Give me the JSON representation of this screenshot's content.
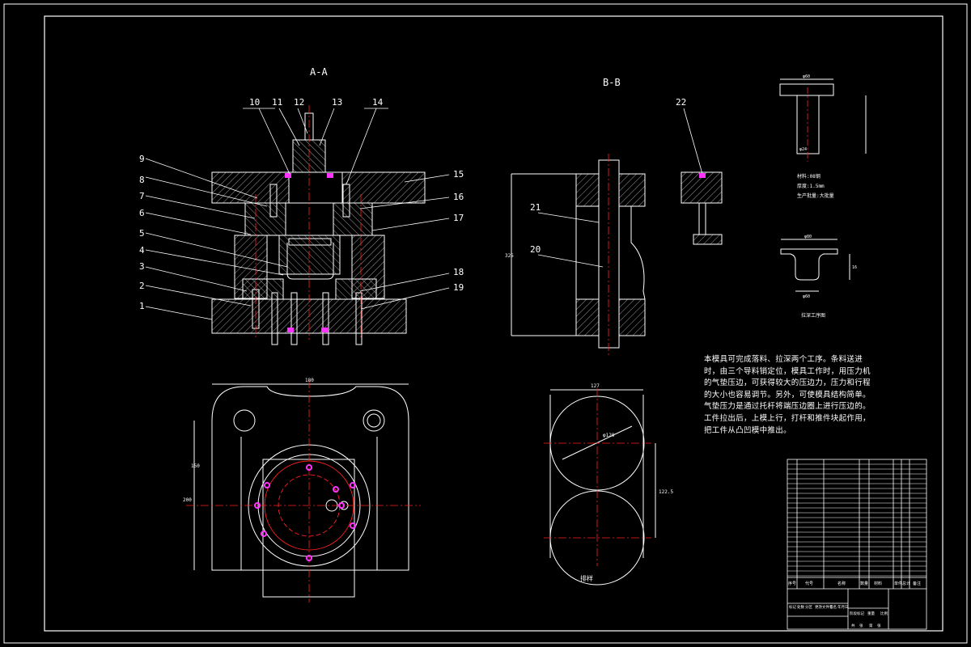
{
  "views": {
    "section_aa": "A-A",
    "section_bb": "B-B",
    "blank_label": "排样"
  },
  "callouts": [
    "1",
    "2",
    "3",
    "4",
    "5",
    "6",
    "7",
    "8",
    "9",
    "10",
    "11",
    "12",
    "13",
    "14",
    "15",
    "16",
    "17",
    "18",
    "19",
    "20",
    "21",
    "22"
  ],
  "dims": {
    "plan_width": "180",
    "plan_h1": "150",
    "plan_h2": "200",
    "blank_width": "127",
    "blank_diam": "φ120",
    "blank_pitch": "122.5",
    "bb_height": "325",
    "part_top": "φ60",
    "part_wall": "φ24",
    "drawn_top": "φ80",
    "drawn_bottom": "φ60",
    "drawn_h": "16"
  },
  "part_notes": {
    "material": "材料:08钢",
    "thickness": "厚度:1.5mm",
    "batch": "生产批量:大批量",
    "drawing_label": "拉深工序图"
  },
  "description": "本模具可完成落料、拉深两个工序。条料送进时，由三个导料销定位，模具工作时，用压力机的气垫压边，可获得较大的压边力，压力和行程的大小也容易调节。另外，可使模具结构简单。气垫压力是通过托杆将端压边圈上进行压边的。工件拉出后，上模上行，打杆和推件块起作用，把工件从凸凹模中推出。",
  "title_block": {
    "headers": [
      "序号",
      "代号",
      "名称",
      "数量",
      "材料",
      "单件",
      "总计",
      "备注"
    ],
    "sign_row": [
      "标记",
      "处数",
      "分区",
      "更改文件号",
      "签名",
      "年月日"
    ],
    "stage_labels": [
      "阶段标记",
      "重量",
      "比例"
    ],
    "sheet_labels": [
      "共",
      "张",
      "第",
      "张"
    ]
  },
  "colors": {
    "background": "#000000",
    "line": "#ffffff",
    "centerline": "#ff2020",
    "bolt": "#ff33ff"
  }
}
